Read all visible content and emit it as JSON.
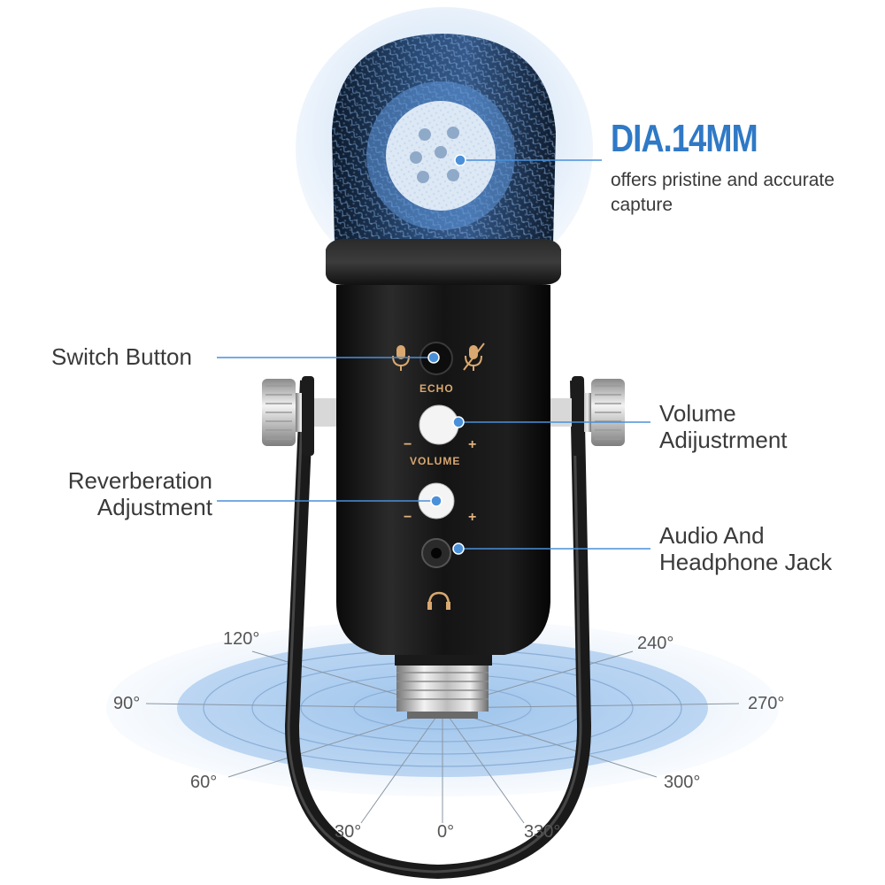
{
  "headline": {
    "title": "DIA.14MM",
    "description": "offers pristine and accurate capture"
  },
  "callouts": {
    "switch_button": "Switch Button",
    "volume": [
      "Volume",
      "Adijustrment"
    ],
    "reverberation": [
      "Reverberation",
      "Adjustment"
    ],
    "audio_jack": [
      "Audio And",
      "Headphone Jack"
    ]
  },
  "panel_labels": {
    "echo": "ECHO",
    "volume": "VOLUME",
    "minus": "−",
    "plus": "+"
  },
  "polar_angles": {
    "a120": "120°",
    "a240": "240°",
    "a90": "90°",
    "a270": "270°",
    "a60": "60°",
    "a300": "300°",
    "a30": "30°",
    "a0": "0°",
    "a330": "330°"
  },
  "colors": {
    "accent_blue": "#2f79c6",
    "callout_line": "#4a90d9",
    "panel_text": "#d9a870",
    "body_black": "#151515"
  },
  "icons": [
    "mic-on-icon",
    "mic-off-icon",
    "headphone-icon"
  ]
}
